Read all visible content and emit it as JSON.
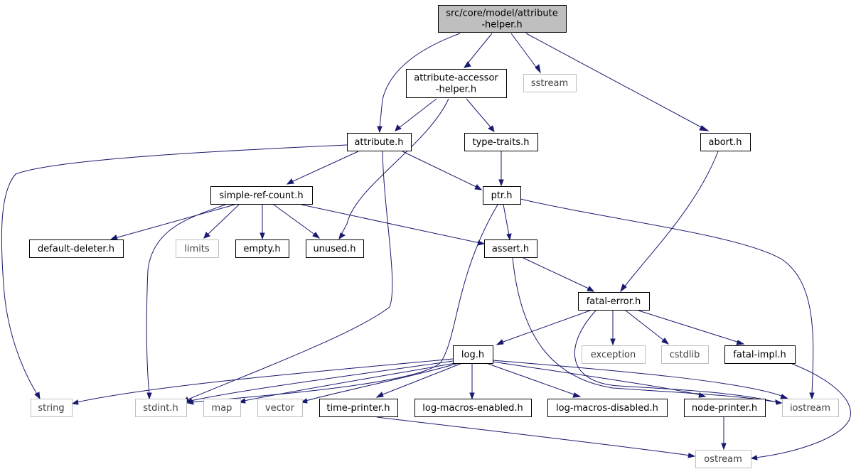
{
  "diagram": {
    "nodes": [
      {
        "id": "root",
        "lines": [
          "src/core/model/attribute",
          "-helper.h"
        ],
        "kind": "root"
      },
      {
        "id": "aah",
        "lines": [
          "attribute-accessor",
          "-helper.h"
        ],
        "kind": "file"
      },
      {
        "id": "sstream",
        "lines": [
          "sstream"
        ],
        "kind": "system"
      },
      {
        "id": "attribute",
        "lines": [
          "attribute.h"
        ],
        "kind": "file"
      },
      {
        "id": "typetraits",
        "lines": [
          "type-traits.h"
        ],
        "kind": "file"
      },
      {
        "id": "abort",
        "lines": [
          "abort.h"
        ],
        "kind": "file"
      },
      {
        "id": "src",
        "lines": [
          "simple-ref-count.h"
        ],
        "kind": "file"
      },
      {
        "id": "ptr",
        "lines": [
          "ptr.h"
        ],
        "kind": "file"
      },
      {
        "id": "defdel",
        "lines": [
          "default-deleter.h"
        ],
        "kind": "file"
      },
      {
        "id": "limits",
        "lines": [
          "limits"
        ],
        "kind": "system"
      },
      {
        "id": "empty",
        "lines": [
          "empty.h"
        ],
        "kind": "file"
      },
      {
        "id": "unused",
        "lines": [
          "unused.h"
        ],
        "kind": "file"
      },
      {
        "id": "assert",
        "lines": [
          "assert.h"
        ],
        "kind": "file"
      },
      {
        "id": "fatalerror",
        "lines": [
          "fatal-error.h"
        ],
        "kind": "file"
      },
      {
        "id": "log",
        "lines": [
          "log.h"
        ],
        "kind": "file"
      },
      {
        "id": "exception",
        "lines": [
          "exception"
        ],
        "kind": "system"
      },
      {
        "id": "cstdlib",
        "lines": [
          "cstdlib"
        ],
        "kind": "system"
      },
      {
        "id": "fatalimpl",
        "lines": [
          "fatal-impl.h"
        ],
        "kind": "file"
      },
      {
        "id": "string",
        "lines": [
          "string"
        ],
        "kind": "system"
      },
      {
        "id": "stdint",
        "lines": [
          "stdint.h"
        ],
        "kind": "system"
      },
      {
        "id": "map",
        "lines": [
          "map"
        ],
        "kind": "system"
      },
      {
        "id": "vector",
        "lines": [
          "vector"
        ],
        "kind": "system"
      },
      {
        "id": "timeprinter",
        "lines": [
          "time-printer.h"
        ],
        "kind": "file"
      },
      {
        "id": "lme",
        "lines": [
          "log-macros-enabled.h"
        ],
        "kind": "file"
      },
      {
        "id": "lmd",
        "lines": [
          "log-macros-disabled.h"
        ],
        "kind": "file"
      },
      {
        "id": "nodeprinter",
        "lines": [
          "node-printer.h"
        ],
        "kind": "file"
      },
      {
        "id": "iostream",
        "lines": [
          "iostream"
        ],
        "kind": "system"
      },
      {
        "id": "ostream",
        "lines": [
          "ostream"
        ],
        "kind": "system"
      }
    ],
    "edges": [
      [
        "root",
        "aah"
      ],
      [
        "root",
        "sstream"
      ],
      [
        "root",
        "attribute"
      ],
      [
        "root",
        "abort"
      ],
      [
        "aah",
        "attribute"
      ],
      [
        "aah",
        "typetraits"
      ],
      [
        "aah",
        "unused"
      ],
      [
        "attribute",
        "src"
      ],
      [
        "attribute",
        "ptr"
      ],
      [
        "attribute",
        "string"
      ],
      [
        "attribute",
        "stdint"
      ],
      [
        "typetraits",
        "ptr"
      ],
      [
        "abort",
        "fatalerror"
      ],
      [
        "src",
        "defdel"
      ],
      [
        "src",
        "limits"
      ],
      [
        "src",
        "empty"
      ],
      [
        "src",
        "unused"
      ],
      [
        "src",
        "assert"
      ],
      [
        "src",
        "stdint"
      ],
      [
        "ptr",
        "assert"
      ],
      [
        "ptr",
        "iostream"
      ],
      [
        "ptr",
        "stdint"
      ],
      [
        "assert",
        "fatalerror"
      ],
      [
        "assert",
        "iostream"
      ],
      [
        "fatalerror",
        "log"
      ],
      [
        "fatalerror",
        "exception"
      ],
      [
        "fatalerror",
        "cstdlib"
      ],
      [
        "fatalerror",
        "fatalimpl"
      ],
      [
        "fatalerror",
        "iostream"
      ],
      [
        "fatalimpl",
        "ostream"
      ],
      [
        "log",
        "string"
      ],
      [
        "log",
        "stdint"
      ],
      [
        "log",
        "map"
      ],
      [
        "log",
        "vector"
      ],
      [
        "log",
        "timeprinter"
      ],
      [
        "log",
        "lme"
      ],
      [
        "log",
        "lmd"
      ],
      [
        "log",
        "nodeprinter"
      ],
      [
        "log",
        "iostream"
      ],
      [
        "timeprinter",
        "ostream"
      ],
      [
        "nodeprinter",
        "ostream"
      ]
    ],
    "colors": {
      "edge": "#191970",
      "root_fill": "#bfbfbf",
      "node_border": "#000000",
      "system_border": "#bfbfbf",
      "system_text": "#3f3f3f",
      "text": "#000000"
    }
  }
}
